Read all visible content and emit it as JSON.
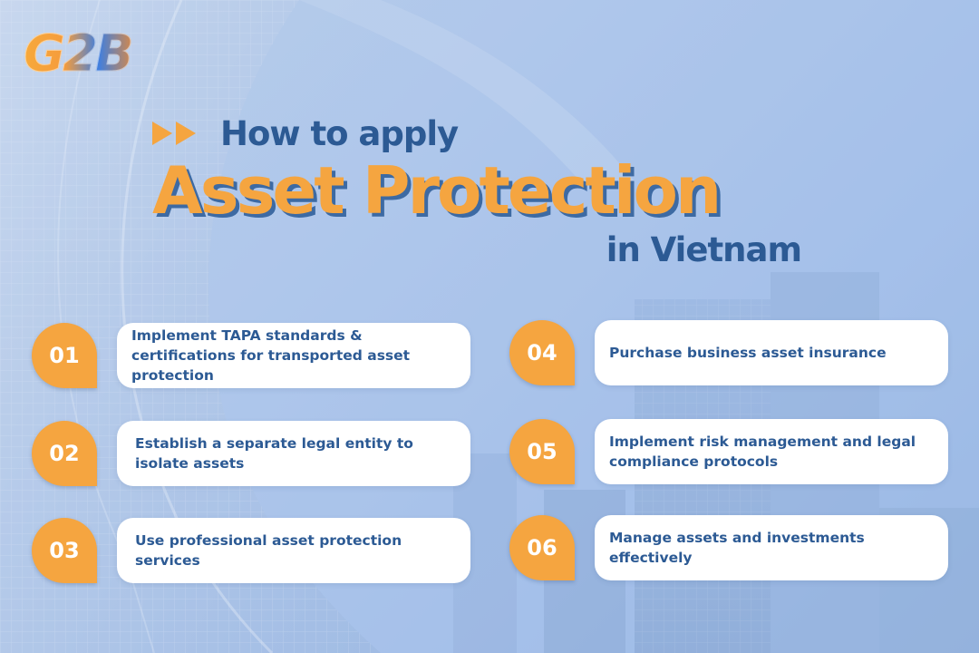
{
  "logo": {
    "text": "G2B"
  },
  "header": {
    "line1": "How to apply",
    "line2": "Asset Protection",
    "line3": "in Vietnam"
  },
  "steps": [
    {
      "number": "01",
      "text": "Implement TAPA standards & certifications for transported asset protection"
    },
    {
      "number": "02",
      "text": "Establish a separate legal entity to isolate assets"
    },
    {
      "number": "03",
      "text": "Use professional asset protection services"
    },
    {
      "number": "04",
      "text": "Purchase business asset insurance"
    },
    {
      "number": "05",
      "text": "Implement risk management and legal compliance protocols"
    },
    {
      "number": "06",
      "text": "Manage assets and investments effectively"
    }
  ],
  "colors": {
    "accent": "#f5a540",
    "primary_text": "#2c5a94",
    "card_bg": "#ffffff",
    "background": "#a9c3ea"
  },
  "icons": {
    "header_marker": "double-arrow-icon"
  }
}
